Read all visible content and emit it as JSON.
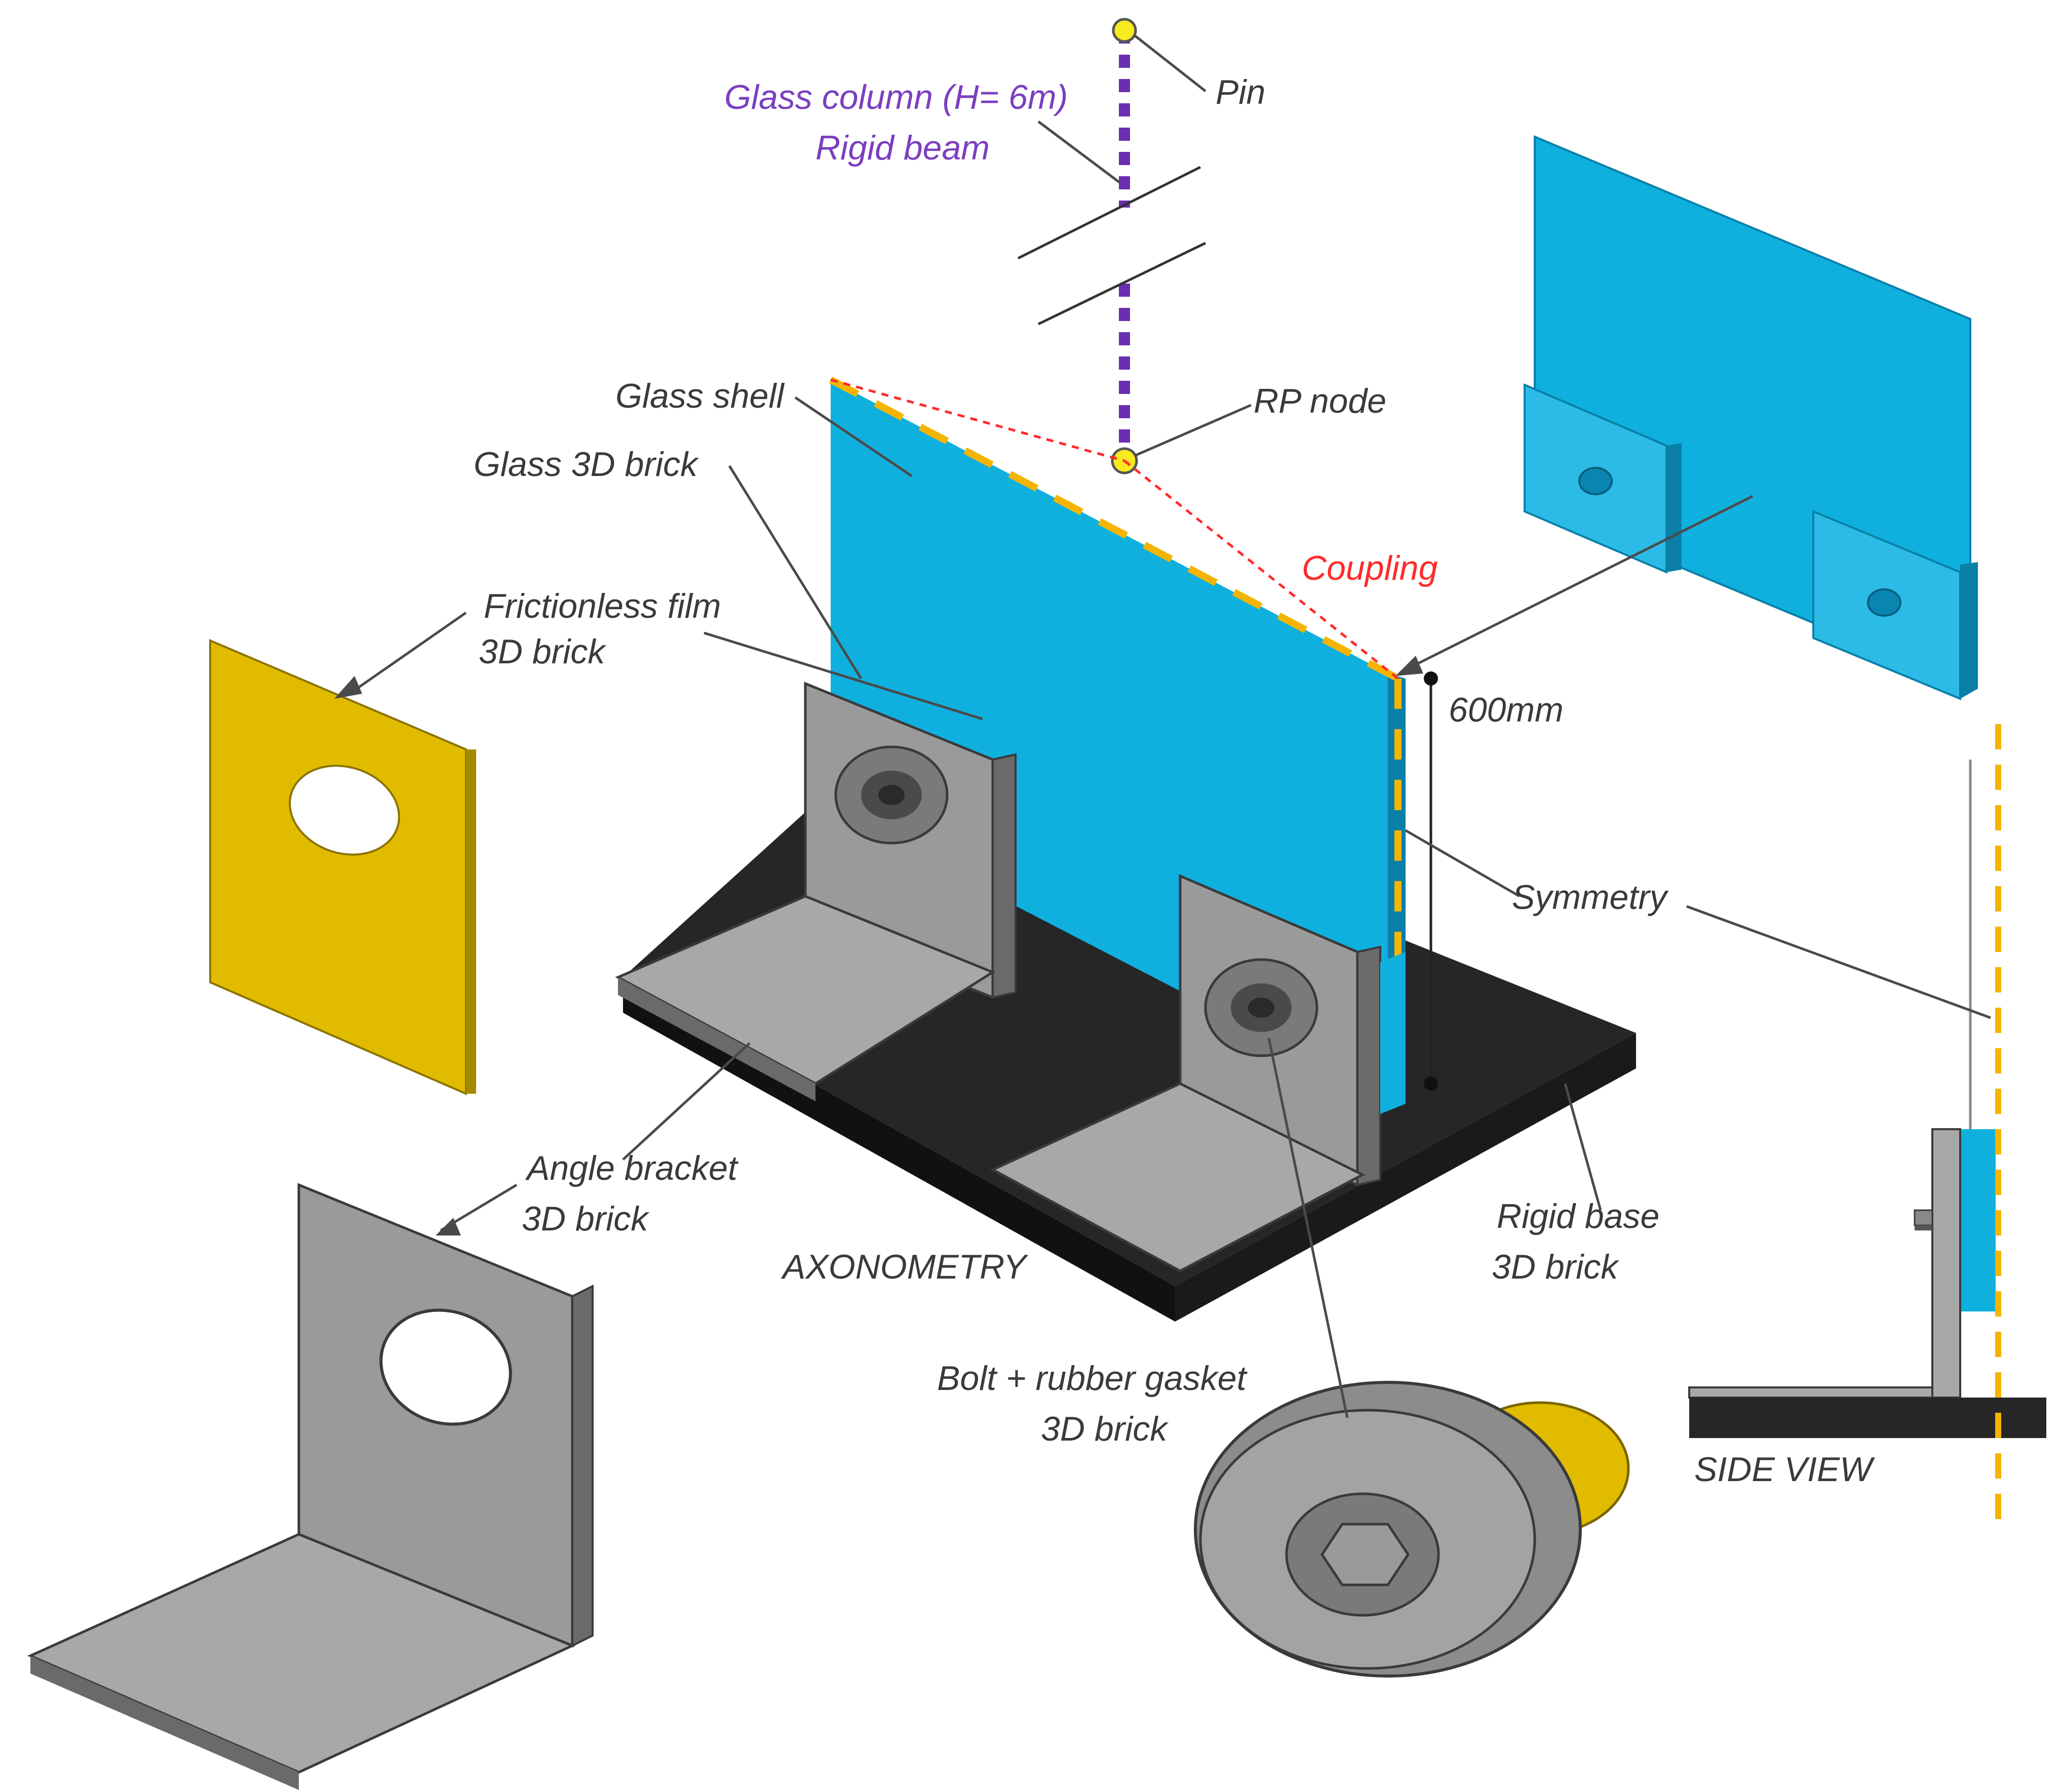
{
  "labels": {
    "glass_column": "Glass column (H= 6m)",
    "rigid_beam": "Rigid beam",
    "pin": "Pin",
    "rp_node": "RP node",
    "glass_shell": "Glass shell",
    "glass_3d_brick": "Glass 3D brick",
    "coupling": "Coupling",
    "frictionless_film_line1": "Frictionless film",
    "frictionless_film_line2": "3D brick",
    "dimension": "600mm",
    "symmetry": "Symmetry",
    "angle_bracket_line1": "Angle bracket",
    "angle_bracket_line2": "3D brick",
    "axonometry": "AXONOMETRY",
    "rigid_base_line1": "Rigid base",
    "rigid_base_line2": "3D brick",
    "bolt_line1": "Bolt + rubber gasket",
    "bolt_line2": "3D brick",
    "side_view": "SIDE VIEW"
  },
  "colors": {
    "glass": "#0fb0de",
    "glass_dark": "#0a7fa8",
    "film": "#e0bb00",
    "steel": "#8c8c8c",
    "steel_light": "#a8a8a8",
    "steel_dark": "#5a5a5a",
    "base": "#262626",
    "purple": "#6a2fb0",
    "red": "#ff2a2a",
    "yellow_dash": "#f5b400",
    "node": "#f7ea1e"
  }
}
